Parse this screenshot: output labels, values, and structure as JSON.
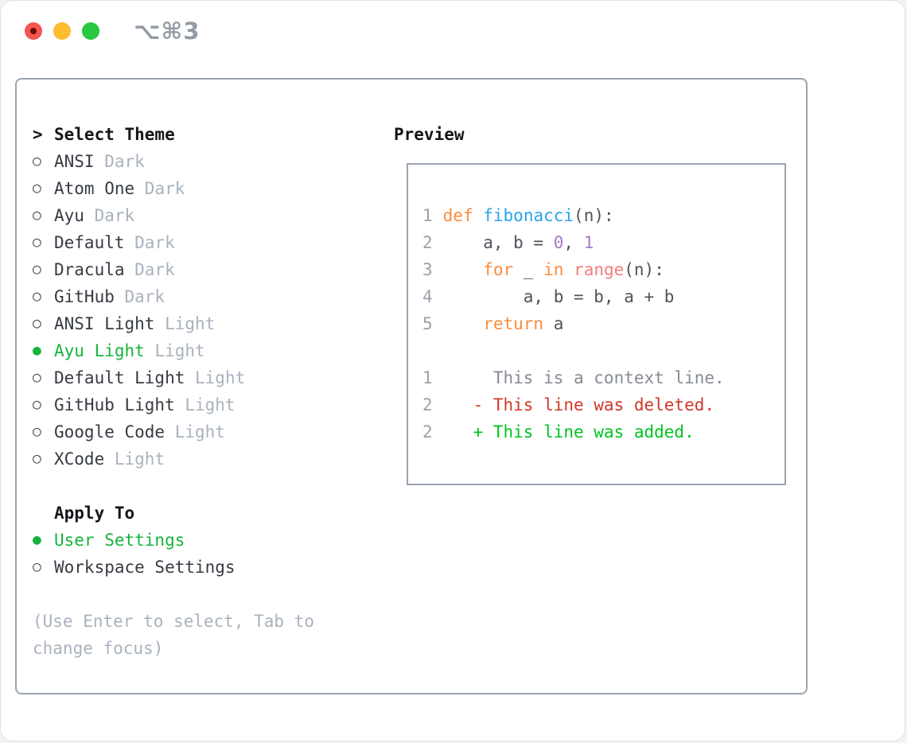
{
  "titlebar": {
    "shortcut": "⌥⌘3"
  },
  "theme_list": {
    "header_marker": ">",
    "header": "Select Theme",
    "items": [
      {
        "name": "ANSI",
        "variant": "Dark",
        "selected": false
      },
      {
        "name": "Atom One",
        "variant": "Dark",
        "selected": false
      },
      {
        "name": "Ayu",
        "variant": "Dark",
        "selected": false
      },
      {
        "name": "Default",
        "variant": "Dark",
        "selected": false
      },
      {
        "name": "Dracula",
        "variant": "Dark",
        "selected": false
      },
      {
        "name": "GitHub",
        "variant": "Dark",
        "selected": false
      },
      {
        "name": "ANSI Light",
        "variant": "Light",
        "selected": false
      },
      {
        "name": "Ayu Light",
        "variant": "Light",
        "selected": true
      },
      {
        "name": "Default Light",
        "variant": "Light",
        "selected": false
      },
      {
        "name": "GitHub Light",
        "variant": "Light",
        "selected": false
      },
      {
        "name": "Google Code",
        "variant": "Light",
        "selected": false
      },
      {
        "name": "XCode",
        "variant": "Light",
        "selected": false
      }
    ],
    "radio_unselected_glyph": "○",
    "radio_selected_glyph": "●"
  },
  "apply_to": {
    "header": "Apply To",
    "options": [
      {
        "label": "User Settings",
        "selected": true
      },
      {
        "label": "Workspace Settings",
        "selected": false
      }
    ]
  },
  "help_text": "(Use Enter to select, Tab to change focus)",
  "preview": {
    "title": "Preview",
    "lines": [
      {
        "num": "1",
        "tokens": [
          {
            "t": " "
          },
          {
            "t": "def",
            "c": "keyword"
          },
          {
            "t": " "
          },
          {
            "t": "fibonacci",
            "c": "function"
          },
          {
            "t": "(n):"
          }
        ]
      },
      {
        "num": "2",
        "tokens": [
          {
            "t": "     a, b = "
          },
          {
            "t": "0",
            "c": "number"
          },
          {
            "t": ", "
          },
          {
            "t": "1",
            "c": "number"
          }
        ]
      },
      {
        "num": "3",
        "tokens": [
          {
            "t": "     "
          },
          {
            "t": "for",
            "c": "keyword"
          },
          {
            "t": " _ "
          },
          {
            "t": "in",
            "c": "keyword"
          },
          {
            "t": " "
          },
          {
            "t": "range",
            "c": "builtin"
          },
          {
            "t": "(n):"
          }
        ]
      },
      {
        "num": "4",
        "tokens": [
          {
            "t": "         a, b = b, a + b"
          }
        ]
      },
      {
        "num": "5",
        "tokens": [
          {
            "t": "     "
          },
          {
            "t": "return",
            "c": "keyword"
          },
          {
            "t": " a"
          }
        ]
      },
      {
        "num": "",
        "tokens": []
      },
      {
        "num": "1",
        "tokens": [
          {
            "t": "      This is a context line.",
            "c": "context"
          }
        ]
      },
      {
        "num": "2",
        "tokens": [
          {
            "t": "    - This line was deleted.",
            "c": "deleted"
          }
        ]
      },
      {
        "num": "2",
        "tokens": [
          {
            "t": "    + This line was added.",
            "c": "added"
          }
        ]
      }
    ]
  },
  "colors": {
    "selection_green": "#16b43c",
    "added_green": "#00c320",
    "deleted_red": "#d2372a",
    "keyword_orange": "#fa8d3e",
    "function_blue": "#2aa3e8",
    "number_purple": "#a37acc",
    "builtin_coral": "#f57d7d",
    "context_gray": "#858b93",
    "traffic_red": "#f5564d",
    "traffic_yellow": "#fdbc2e",
    "traffic_green": "#28c840",
    "panel_border": "#9ba4b0"
  }
}
